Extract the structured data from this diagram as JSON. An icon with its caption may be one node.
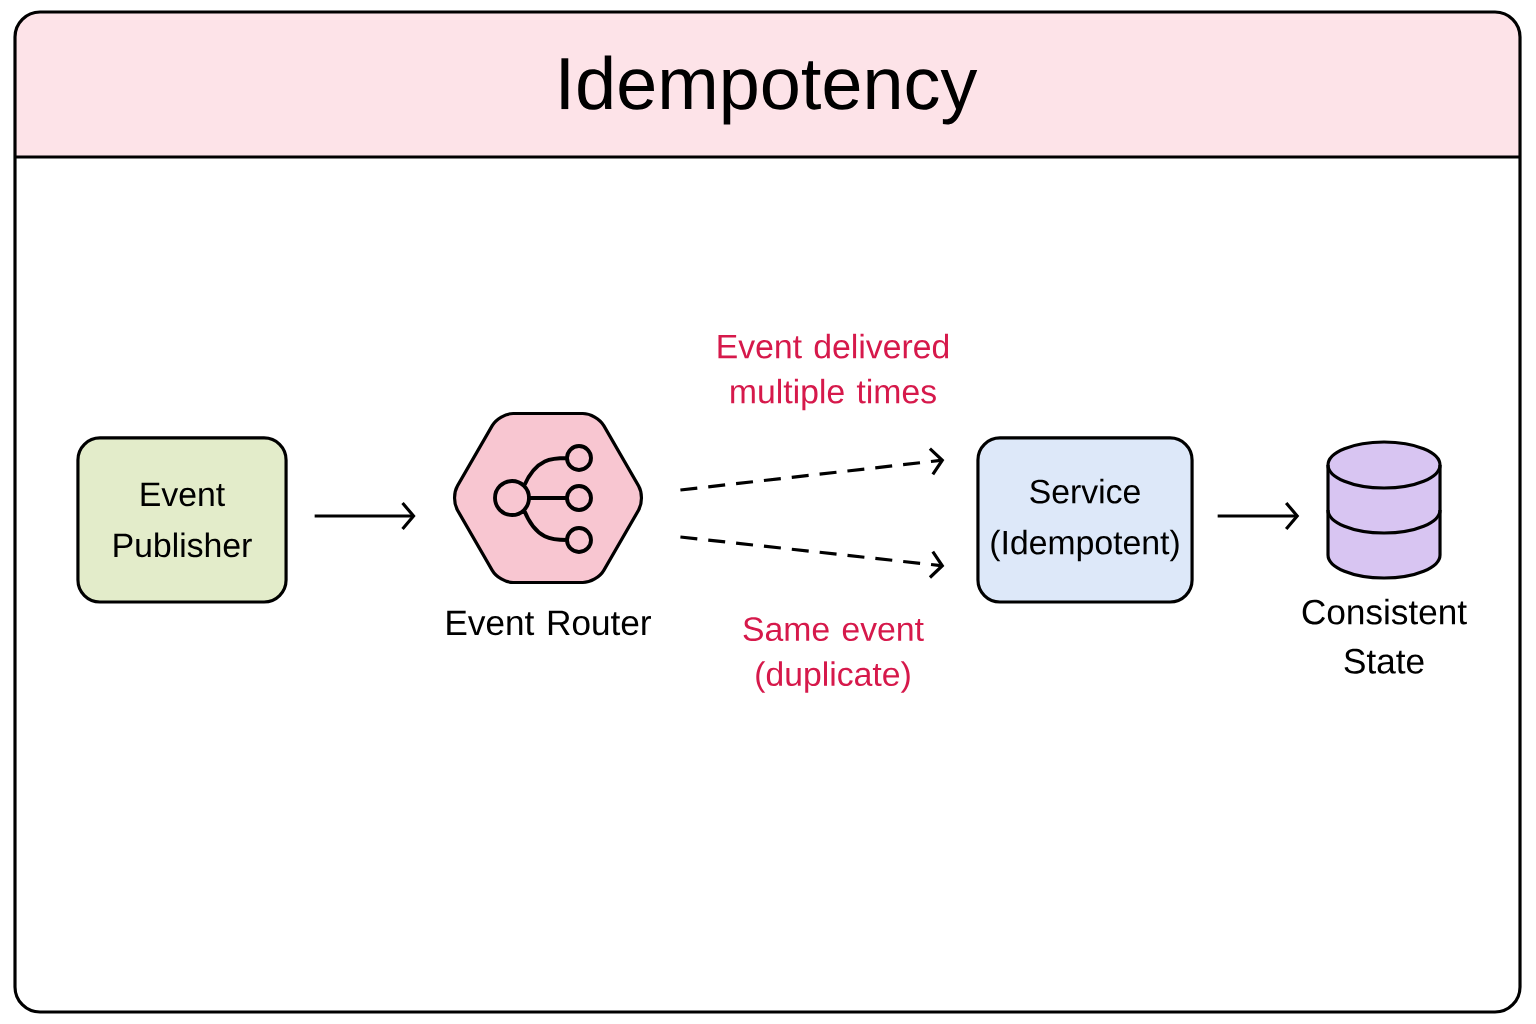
{
  "diagram": {
    "title": "Idempotency",
    "nodes": [
      {
        "text": [
          "Event Publisher"
        ]
      },
      {
        "text": [],
        "shape": "hexagon",
        "beside": [
          "Event Router"
        ]
      },
      {
        "text": [
          "Service (Idempotent)"
        ]
      },
      {
        "text": [],
        "shape": "cylinder",
        "beside": [
          "Consistent State"
        ]
      }
    ],
    "edges": [
      {
        "from": 0,
        "to": 1,
        "arrow": "to"
      },
      {
        "from": 1,
        "to": 2,
        "arrow": "to",
        "style": "dashed",
        "label": "Event delivered multiple times"
      },
      {
        "from": 1,
        "to": 2,
        "arrow": "to",
        "style": "dashed",
        "label": "Same event (duplicate)"
      },
      {
        "from": 2,
        "to": 3,
        "arrow": "to"
      }
    ]
  }
}
